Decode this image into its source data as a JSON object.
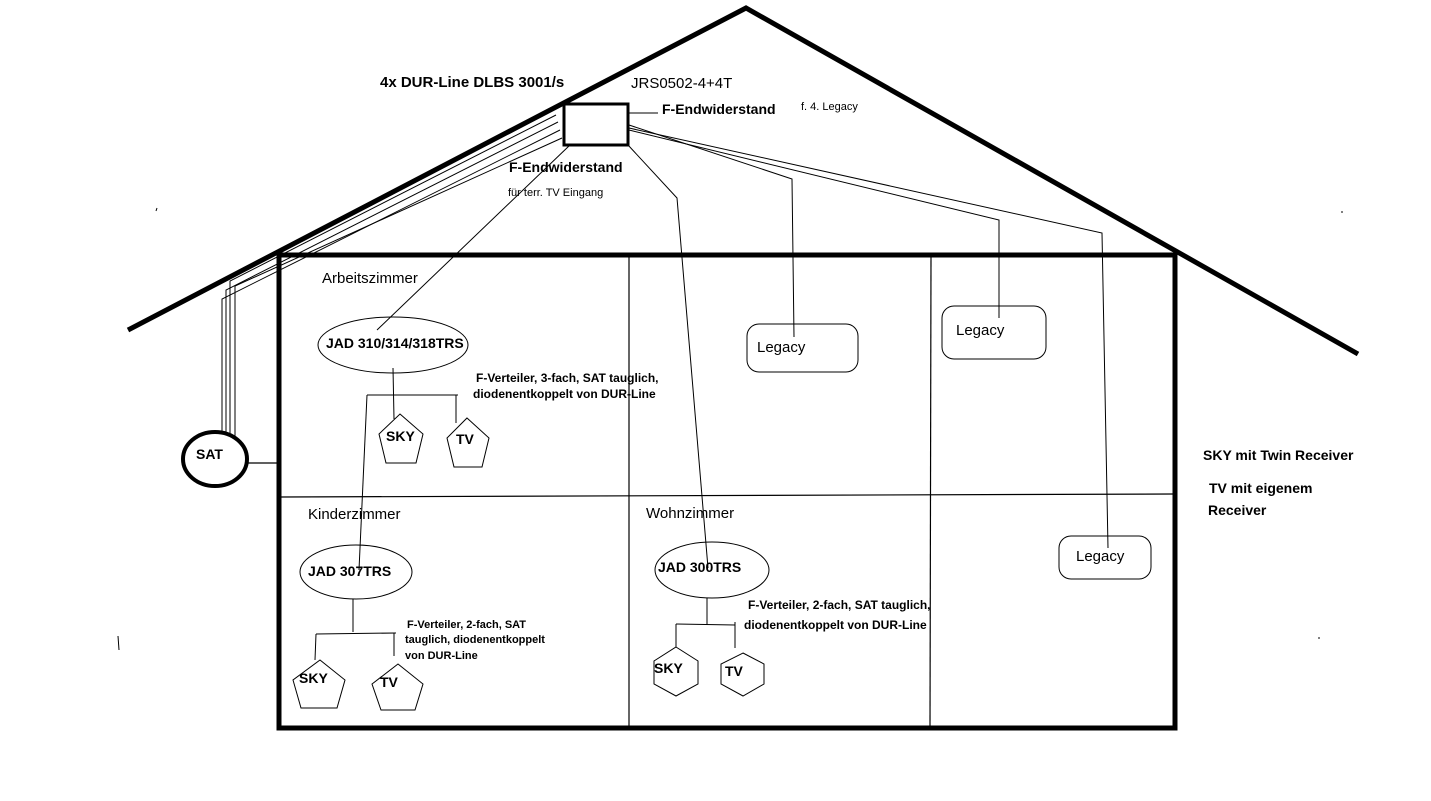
{
  "diagram": {
    "type": "house-sat-distribution-sketch",
    "roof": {
      "multiswitch": {
        "lnb_label": "4x DUR-Line DLBS 3001/s",
        "model_label": "JRS0502-4+4T",
        "terminator_right": "F-Endwiderstand",
        "terminator_right_note": "f. 4. Legacy",
        "terminator_bottom": "F-Endwiderstand",
        "terminator_bottom_note": "für terr. TV Eingang"
      }
    },
    "sat": {
      "label": "SAT"
    },
    "rooms": [
      {
        "name": "Arbeitszimmer",
        "jad": "JAD 310/314/318TRS",
        "splitter_note": "F-Verteiler, 3-fach, SAT tauglich, diodenentkoppelt von DUR-Line",
        "splitter_note_lines": [
          "F-Verteiler, 3-fach, SAT tauglich,",
          "diodenentkoppelt von DUR-Line"
        ],
        "devices": [
          "SKY",
          "TV"
        ]
      },
      {
        "name": "Kinderzimmer",
        "jad": "JAD 307TRS",
        "splitter_note": "F-Verteiler, 2-fach, SAT tauglich, diodenentkoppelt von DUR-Line",
        "splitter_note_lines": [
          "F-Verteiler, 2-fach, SAT",
          "tauglich, diodenentkoppelt",
          "von DUR-Line"
        ],
        "devices": [
          "SKY",
          "TV"
        ]
      },
      {
        "name": "Wohnzimmer",
        "jad": "JAD 300TRS",
        "splitter_note": "F-Verteiler, 2-fach, SAT tauglich, diodenentkoppelt von DUR-Line",
        "splitter_note_lines": [
          "F-Verteiler, 2-fach, SAT tauglich,",
          "diodenentkoppelt von DUR-Line"
        ],
        "devices": [
          "SKY",
          "TV"
        ]
      }
    ],
    "legacy_outlets": [
      "Legacy",
      "Legacy",
      "Legacy"
    ],
    "legend": {
      "line1": "SKY mit Twin Receiver",
      "line2a": "TV mit eigenem",
      "line2b": "Receiver"
    }
  }
}
